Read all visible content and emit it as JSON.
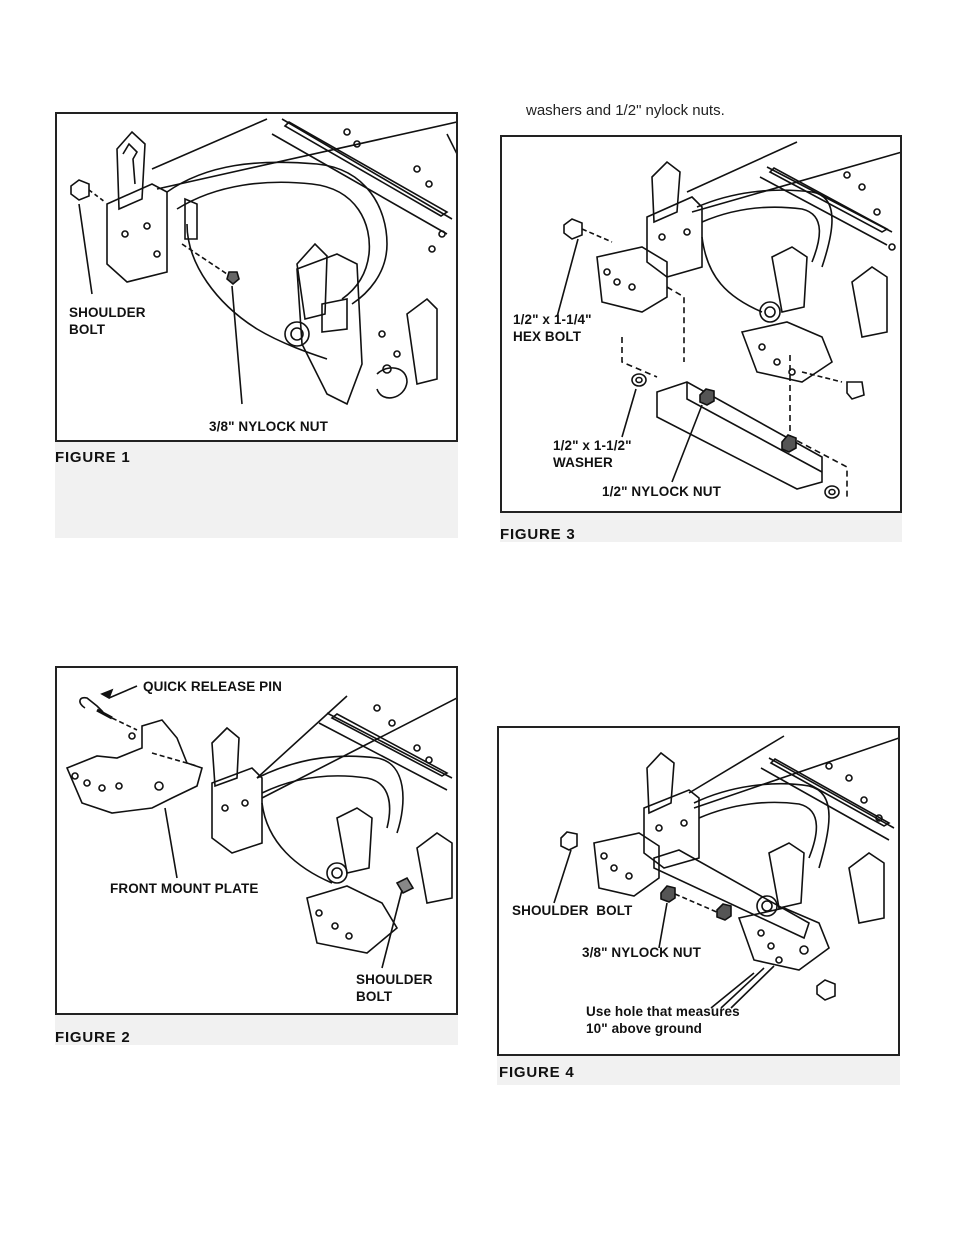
{
  "intro_text": "washers and 1/2\" nylock nuts.",
  "figure1": {
    "caption": "FIGURE  1",
    "labels": {
      "shoulder_bolt": "SHOULDER\nBOLT",
      "nylock_nut": "3/8\" NYLOCK NUT"
    }
  },
  "figure2": {
    "caption": "FIGURE  2",
    "labels": {
      "quick_release_pin": "QUICK RELEASE PIN",
      "front_mount_plate": "FRONT MOUNT PLATE",
      "shoulder_bolt": "SHOULDER\nBOLT"
    }
  },
  "figure3": {
    "caption": "FIGURE  3",
    "labels": {
      "hex_bolt": "1/2\" x 1-1/4\"\nHEX BOLT",
      "washer": "1/2\" x 1-1/2\"\nWASHER",
      "nylock_nut": "1/2\" NYLOCK NUT"
    }
  },
  "figure4": {
    "caption": "FIGURE  4",
    "labels": {
      "shoulder_bolt": "SHOULDER  BOLT",
      "nylock_nut": "3/8\" NYLOCK NUT",
      "hole_note": "Use hole that measures\n10\" above ground"
    }
  }
}
